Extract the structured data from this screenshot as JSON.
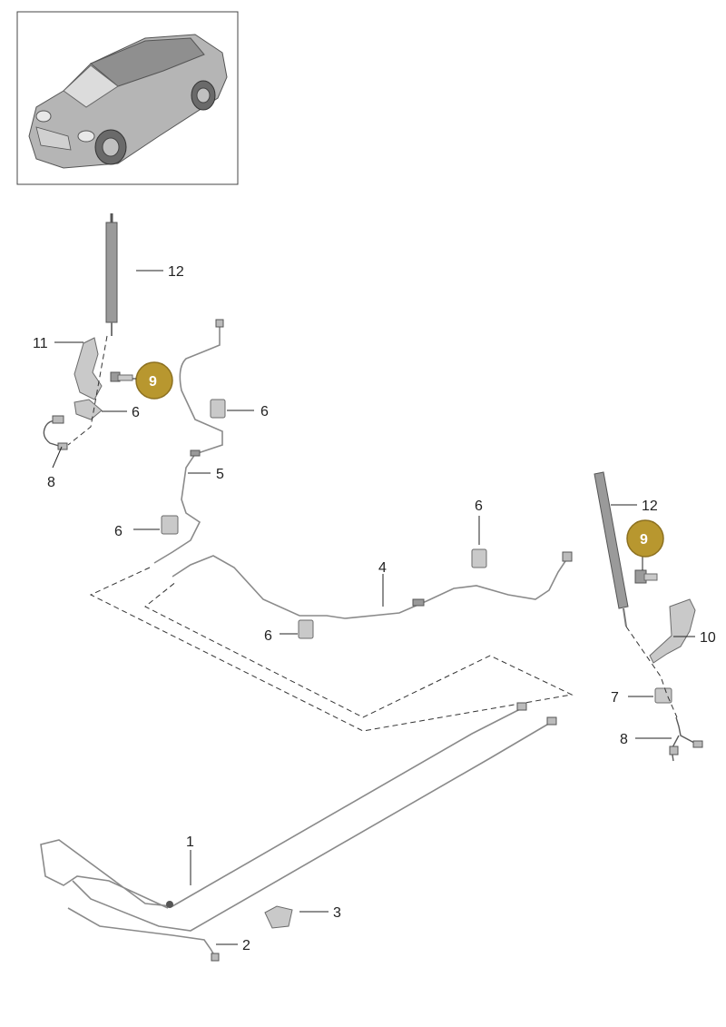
{
  "thumbnail": {
    "description_icon": "car-icon"
  },
  "callouts": {
    "c1": "1",
    "c2": "2",
    "c3": "3",
    "c4": "4",
    "c5": "5",
    "c6a": "6",
    "c6b": "6",
    "c6c": "6",
    "c6d": "6",
    "c6e": "6",
    "c7": "7",
    "c8a": "8",
    "c8b": "8",
    "c9a": "9",
    "c9b": "9",
    "c10": "10",
    "c11": "11",
    "c12a": "12",
    "c12b": "12"
  },
  "colors": {
    "badge_fill": "#b8972f",
    "badge_stroke": "#8c7020"
  }
}
